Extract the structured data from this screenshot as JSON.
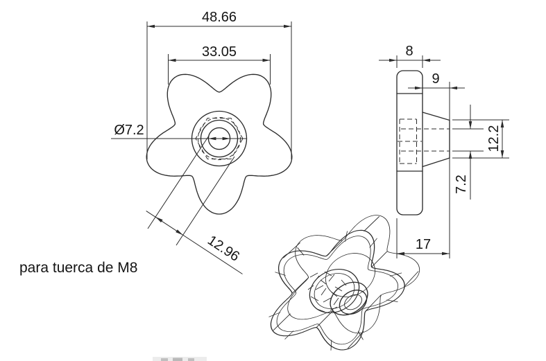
{
  "note": "para tuerca de M8",
  "front_view": {
    "overall_width": "48.66",
    "lobe_span": "33.05",
    "hole_diameter": "Ø7.2",
    "lobe_offset": "12.96"
  },
  "side_view": {
    "body_thickness": "8",
    "boss_depth": "9",
    "boss_face_height": "12.2",
    "hole_diameter": "7.2",
    "total_depth": "17"
  },
  "colors": {
    "line": "#2b2b2b",
    "background": "#ffffff"
  }
}
